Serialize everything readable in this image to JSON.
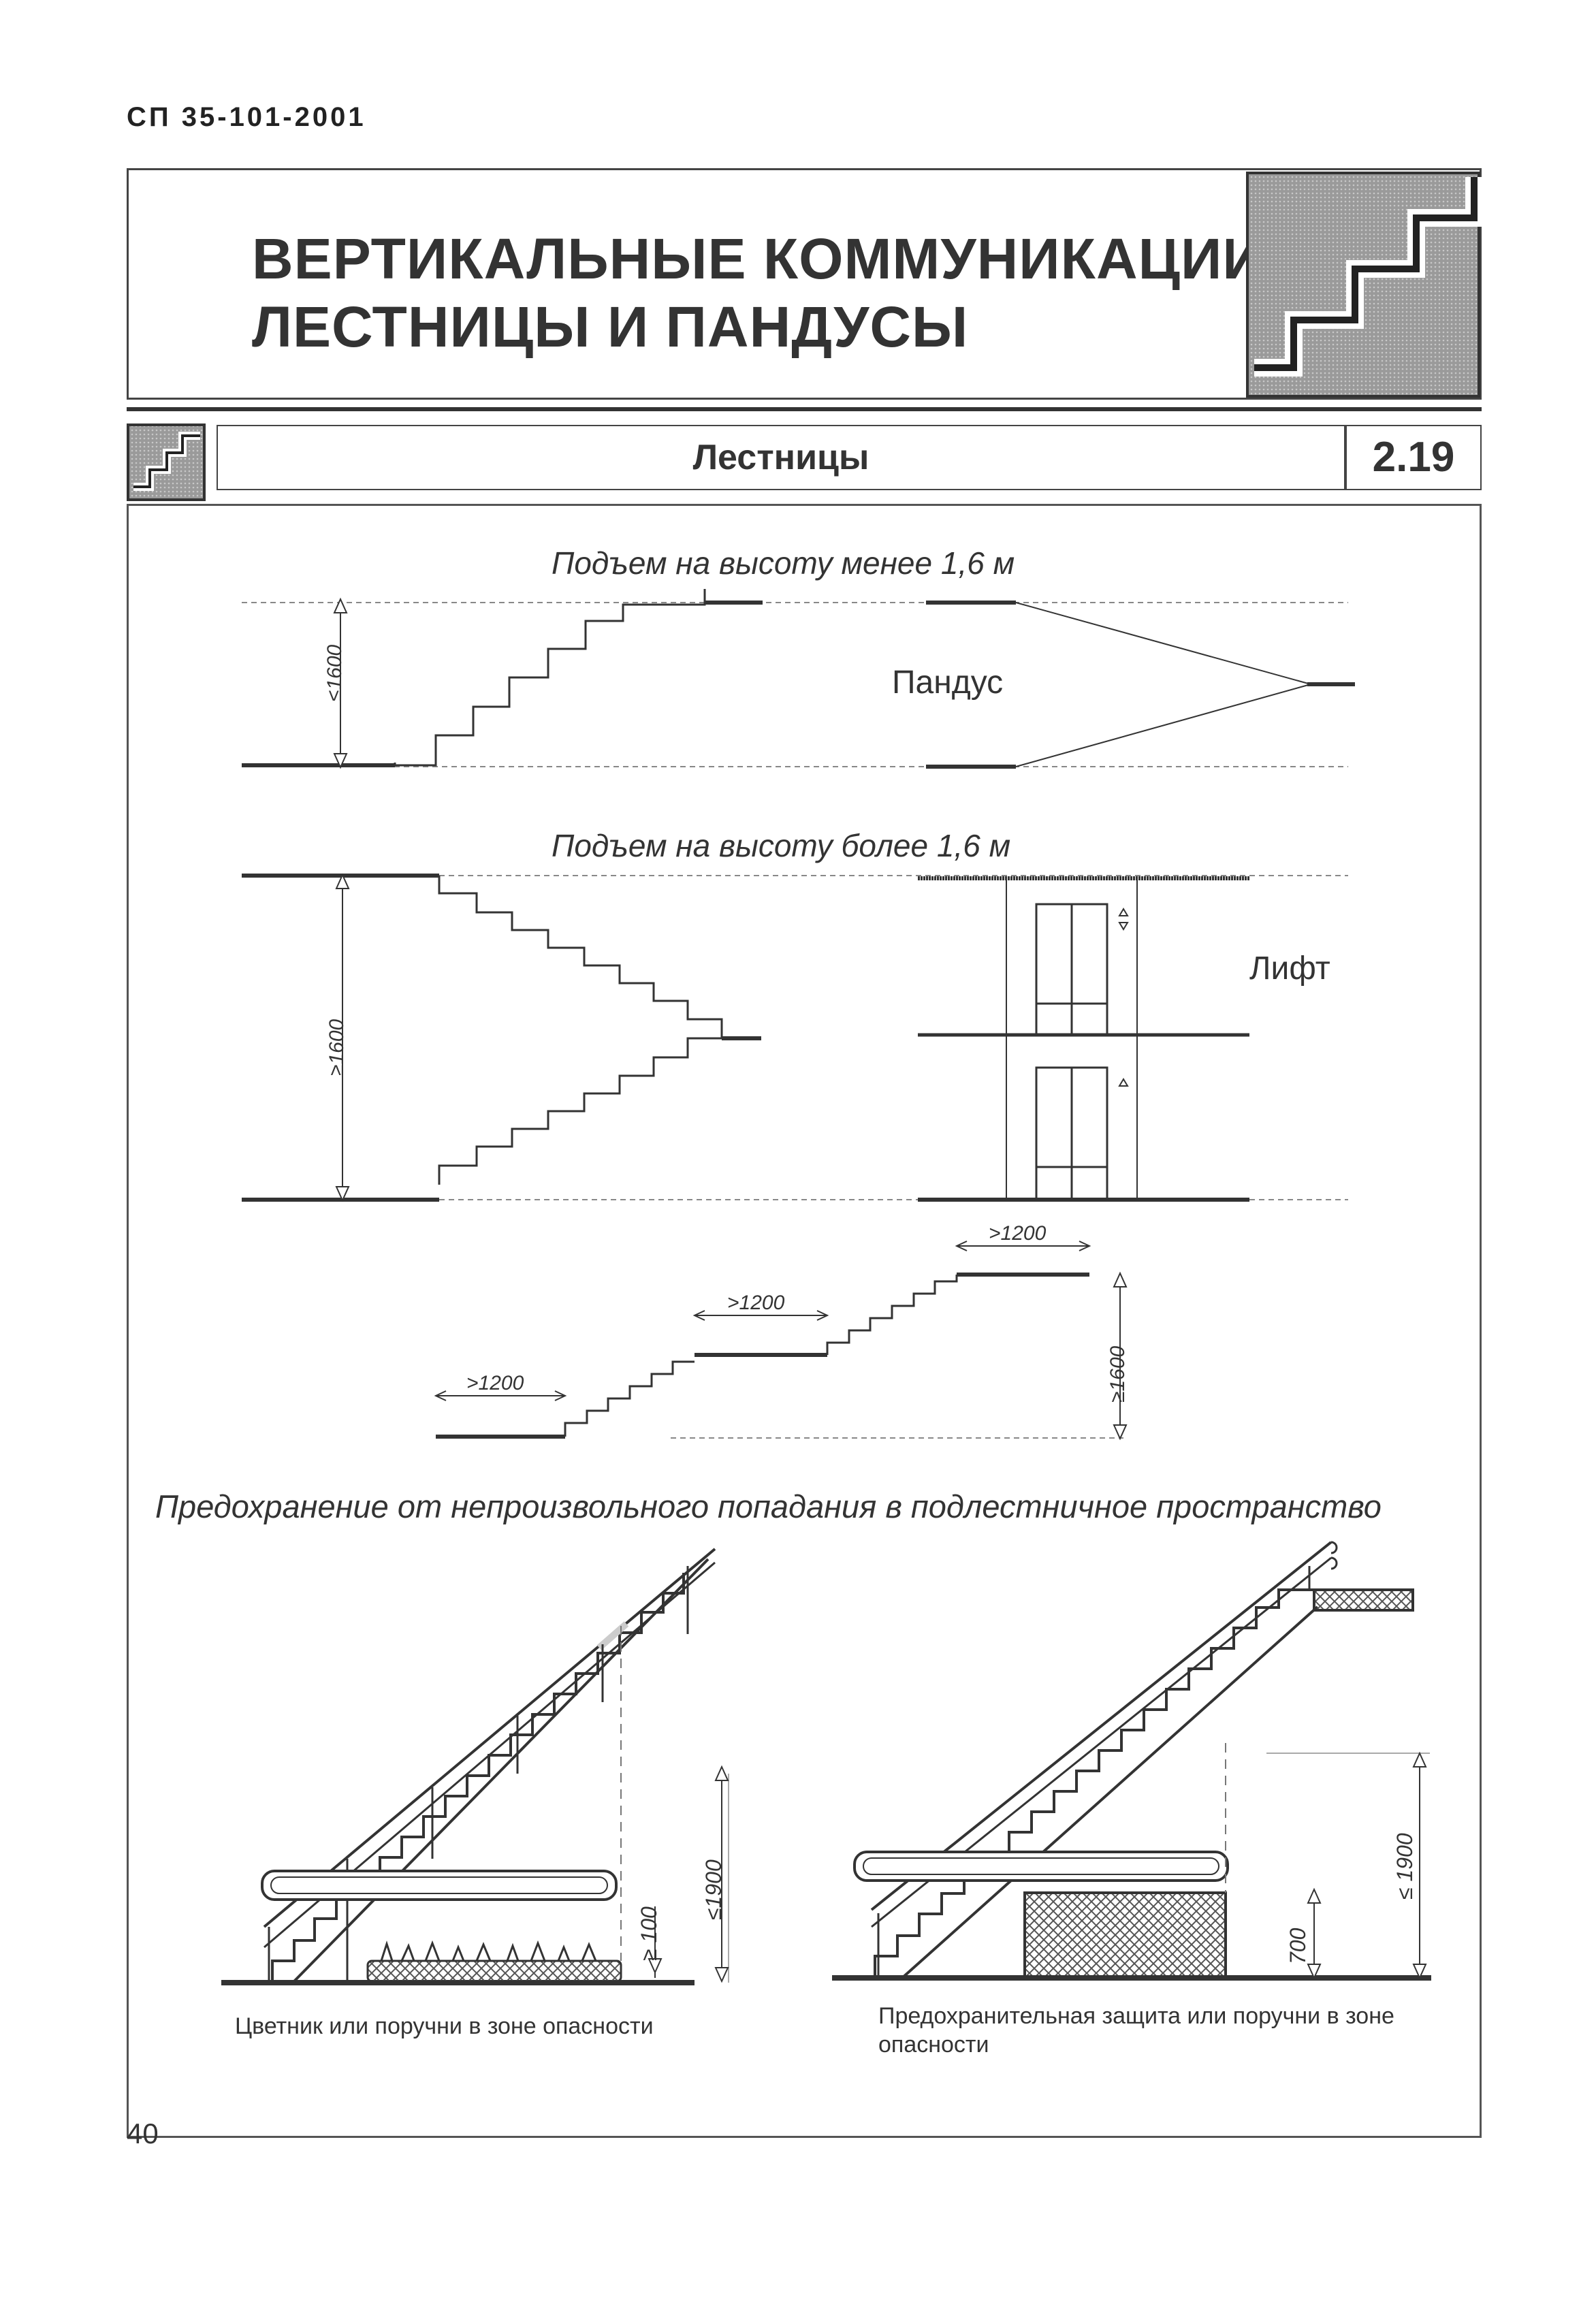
{
  "header": {
    "doc_code": "СП 35-101-2001",
    "title_line1": "ВЕРТИКАЛЬНЫЕ КОММУНИКАЦИИ.",
    "title_line2": "ЛЕСТНИЦЫ И ПАНДУСЫ"
  },
  "section": {
    "title": "Лестницы",
    "number": "2.19"
  },
  "figures": {
    "rise_low": {
      "caption": "Подъем на высоту менее 1,6 м",
      "stair_dim": "≤1600",
      "ramp_label": "Пандус"
    },
    "rise_high": {
      "caption": "Подъем на высоту более 1,6 м",
      "stair_dim": "≥1600",
      "lift_label": "Лифт"
    },
    "landings": {
      "landing_dim_1": ">1200",
      "landing_dim_2": ">1200",
      "landing_dim_3": ">1200",
      "height_dim": "≥1600"
    },
    "protection": {
      "caption": "Предохранение от непроизвольного попадания в подлестничное пространство",
      "left_note": "Цветник или поручни в зоне опасности",
      "left_dim_height": "≤1900",
      "left_dim_small": "≥ 100",
      "right_note": "Предохранительная защита или поручни в зоне опасности",
      "right_dim_height": "≤ 1900",
      "right_dim_small": "700"
    }
  },
  "footer": {
    "page_number": "40"
  },
  "icons": {
    "header_icon": "staircase-icon",
    "section_icon": "staircase-icon"
  }
}
